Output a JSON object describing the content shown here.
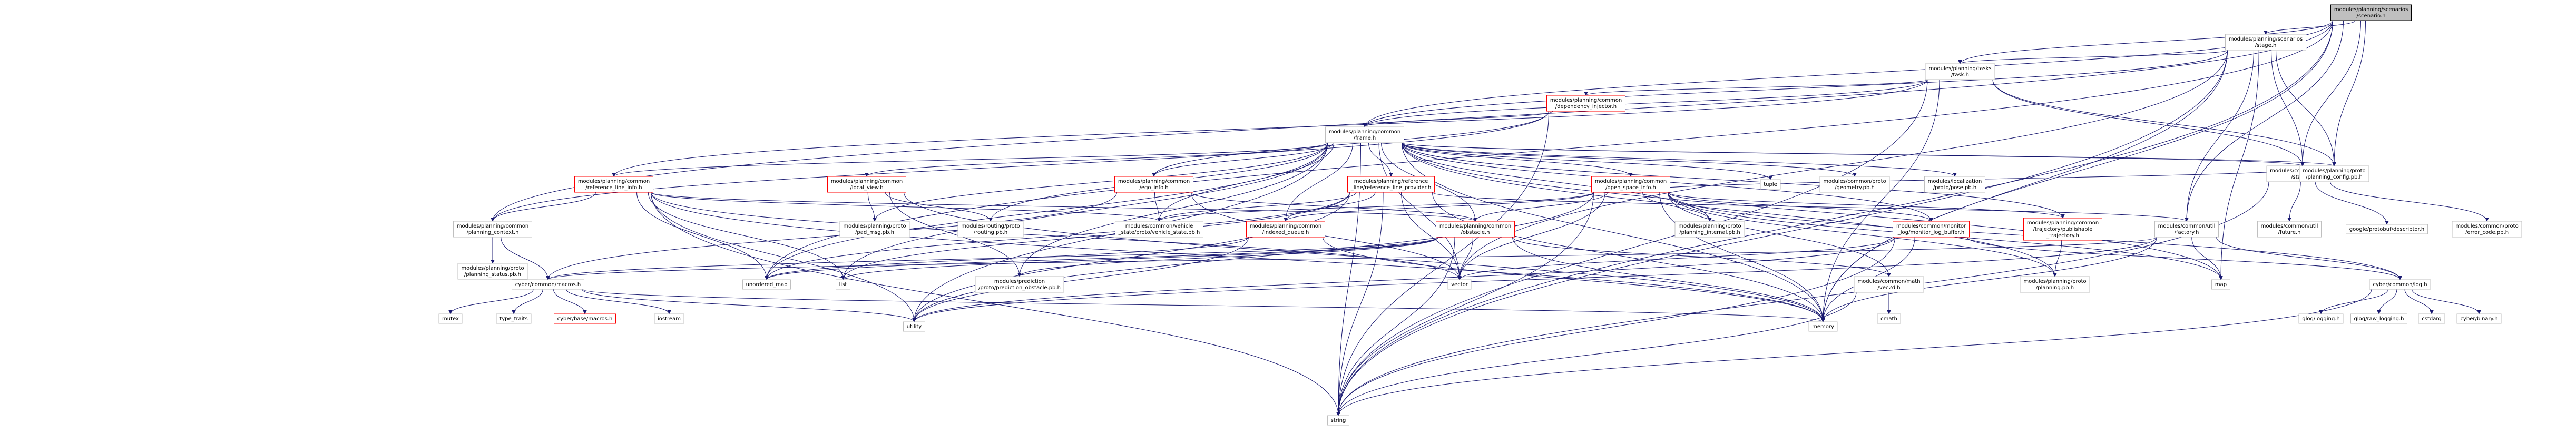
{
  "colors": {
    "edge": "#191970",
    "root_fill": "#bfbfbf",
    "node_stroke_plain": "#bfbfbf",
    "node_stroke_expandable": "#ff0000",
    "node_fill": "#ffffff"
  },
  "nodes": [
    {
      "id": "scenario",
      "lines": [
        "modules/planning/scenarios",
        "/scenario.h"
      ],
      "kind": "root"
    },
    {
      "id": "stage",
      "lines": [
        "modules/planning/scenarios",
        "/stage.h"
      ],
      "kind": "plain"
    },
    {
      "id": "task",
      "lines": [
        "modules/planning/tasks",
        "/task.h"
      ],
      "kind": "plain"
    },
    {
      "id": "dependency_injector",
      "lines": [
        "modules/planning/common",
        "/dependency_injector.h"
      ],
      "kind": "expandable"
    },
    {
      "id": "frame",
      "lines": [
        "modules/planning/common",
        "/frame.h"
      ],
      "kind": "plain"
    },
    {
      "id": "reference_line_info",
      "lines": [
        "modules/planning/common",
        "/reference_line_info.h"
      ],
      "kind": "expandable"
    },
    {
      "id": "local_view",
      "lines": [
        "modules/planning/common",
        "/local_view.h"
      ],
      "kind": "expandable"
    },
    {
      "id": "ego_info",
      "lines": [
        "modules/planning/common",
        "/ego_info.h"
      ],
      "kind": "expandable"
    },
    {
      "id": "reference_line_provider",
      "lines": [
        "modules/planning/reference",
        "_line/reference_line_provider.h"
      ],
      "kind": "expandable"
    },
    {
      "id": "open_space_info",
      "lines": [
        "modules/planning/common",
        "/open_space_info.h"
      ],
      "kind": "expandable"
    },
    {
      "id": "tuple",
      "lines": [
        "tuple"
      ],
      "kind": "plain"
    },
    {
      "id": "geometry_pb",
      "lines": [
        "modules/common/proto",
        "/geometry.pb.h"
      ],
      "kind": "plain"
    },
    {
      "id": "pose_pb",
      "lines": [
        "modules/localization",
        "/proto/pose.pb.h"
      ],
      "kind": "plain"
    },
    {
      "id": "status",
      "lines": [
        "modules/common/status",
        "/status.h"
      ],
      "kind": "plain"
    },
    {
      "id": "future",
      "lines": [
        "modules/common/util",
        "/future.h"
      ],
      "kind": "plain"
    },
    {
      "id": "descriptor",
      "lines": [
        "google/protobuf/descriptor.h"
      ],
      "kind": "plain"
    },
    {
      "id": "error_code_pb",
      "lines": [
        "modules/common/proto",
        "/error_code.pb.h"
      ],
      "kind": "plain"
    },
    {
      "id": "planning_context",
      "lines": [
        "modules/planning/common",
        "/planning_context.h"
      ],
      "kind": "plain"
    },
    {
      "id": "planning_status_pb",
      "lines": [
        "modules/planning/proto",
        "/planning_status.pb.h"
      ],
      "kind": "plain"
    },
    {
      "id": "pad_msg_pb",
      "lines": [
        "modules/planning/proto",
        "/pad_msg.pb.h"
      ],
      "kind": "plain"
    },
    {
      "id": "routing_pb",
      "lines": [
        "modules/routing/proto",
        "/routing.pb.h"
      ],
      "kind": "plain"
    },
    {
      "id": "vehicle_state_pb",
      "lines": [
        "modules/common/vehicle",
        "_state/proto/vehicle_state.pb.h"
      ],
      "kind": "plain"
    },
    {
      "id": "indexed_queue",
      "lines": [
        "modules/planning/common",
        "/indexed_queue.h"
      ],
      "kind": "expandable"
    },
    {
      "id": "obstacle",
      "lines": [
        "modules/planning/common",
        "/obstacle.h"
      ],
      "kind": "expandable"
    },
    {
      "id": "planning_internal_pb",
      "lines": [
        "modules/planning/proto",
        "/planning_internal.pb.h"
      ],
      "kind": "plain"
    },
    {
      "id": "monitor_log_buffer",
      "lines": [
        "modules/common/monitor",
        "_log/monitor_log_buffer.h"
      ],
      "kind": "expandable"
    },
    {
      "id": "publishable_trajectory",
      "lines": [
        "modules/planning/common",
        "/trajectory/publishable",
        "_trajectory.h"
      ],
      "kind": "expandable"
    },
    {
      "id": "factory",
      "lines": [
        "modules/common/util",
        "/factory.h"
      ],
      "kind": "plain"
    },
    {
      "id": "planning_config_pb",
      "lines": [
        "modules/planning/proto",
        "/planning_config.pb.h"
      ],
      "kind": "plain"
    },
    {
      "id": "macros",
      "lines": [
        "cyber/common/macros.h"
      ],
      "kind": "plain"
    },
    {
      "id": "unordered_map",
      "lines": [
        "unordered_map"
      ],
      "kind": "plain"
    },
    {
      "id": "list",
      "lines": [
        "list"
      ],
      "kind": "plain"
    },
    {
      "id": "prediction_obstacle_pb",
      "lines": [
        "modules/prediction",
        "/proto/prediction_obstacle.pb.h"
      ],
      "kind": "plain"
    },
    {
      "id": "vector",
      "lines": [
        "vector"
      ],
      "kind": "plain"
    },
    {
      "id": "vec2d",
      "lines": [
        "modules/common/math",
        "/vec2d.h"
      ],
      "kind": "plain"
    },
    {
      "id": "planning_pb",
      "lines": [
        "modules/planning/proto",
        "/planning.pb.h"
      ],
      "kind": "plain"
    },
    {
      "id": "map",
      "lines": [
        "map"
      ],
      "kind": "plain"
    },
    {
      "id": "log",
      "lines": [
        "cyber/common/log.h"
      ],
      "kind": "plain"
    },
    {
      "id": "mutex",
      "lines": [
        "mutex"
      ],
      "kind": "plain"
    },
    {
      "id": "type_traits",
      "lines": [
        "type_traits"
      ],
      "kind": "plain"
    },
    {
      "id": "base_macros",
      "lines": [
        "cyber/base/macros.h"
      ],
      "kind": "expandable"
    },
    {
      "id": "iostream",
      "lines": [
        "iostream"
      ],
      "kind": "plain"
    },
    {
      "id": "utility",
      "lines": [
        "utility"
      ],
      "kind": "plain"
    },
    {
      "id": "memory",
      "lines": [
        "memory"
      ],
      "kind": "plain"
    },
    {
      "id": "cmath",
      "lines": [
        "cmath"
      ],
      "kind": "plain"
    },
    {
      "id": "glog",
      "lines": [
        "glog/logging.h"
      ],
      "kind": "plain"
    },
    {
      "id": "glograw",
      "lines": [
        "glog/raw_logging.h"
      ],
      "kind": "plain"
    },
    {
      "id": "cstdarg",
      "lines": [
        "cstdarg"
      ],
      "kind": "plain"
    },
    {
      "id": "binary",
      "lines": [
        "cyber/binary.h"
      ],
      "kind": "plain"
    },
    {
      "id": "string",
      "lines": [
        "string"
      ],
      "kind": "plain"
    }
  ],
  "edges": [
    [
      "scenario",
      "stage"
    ],
    [
      "scenario",
      "task"
    ],
    [
      "scenario",
      "frame"
    ],
    [
      "scenario",
      "status"
    ],
    [
      "scenario",
      "factory"
    ],
    [
      "scenario",
      "planning_config_pb"
    ],
    [
      "scenario",
      "planning_context"
    ],
    [
      "scenario",
      "unordered_map"
    ],
    [
      "scenario",
      "memory"
    ],
    [
      "scenario",
      "string"
    ],
    [
      "stage",
      "task"
    ],
    [
      "stage",
      "frame"
    ],
    [
      "stage",
      "status"
    ],
    [
      "stage",
      "factory"
    ],
    [
      "stage",
      "planning_config_pb"
    ],
    [
      "stage",
      "vector"
    ],
    [
      "stage",
      "map"
    ],
    [
      "stage",
      "memory"
    ],
    [
      "stage",
      "string"
    ],
    [
      "task",
      "dependency_injector"
    ],
    [
      "task",
      "frame"
    ],
    [
      "task",
      "reference_line_info"
    ],
    [
      "task",
      "status"
    ],
    [
      "task",
      "planning_config_pb"
    ],
    [
      "task",
      "memory"
    ],
    [
      "task",
      "string"
    ],
    [
      "dependency_injector",
      "frame"
    ],
    [
      "dependency_injector",
      "ego_info"
    ],
    [
      "dependency_injector",
      "planning_context"
    ],
    [
      "dependency_injector",
      "string"
    ],
    [
      "frame",
      "reference_line_info"
    ],
    [
      "frame",
      "local_view"
    ],
    [
      "frame",
      "ego_info"
    ],
    [
      "frame",
      "reference_line_provider"
    ],
    [
      "frame",
      "open_space_info"
    ],
    [
      "frame",
      "tuple"
    ],
    [
      "frame",
      "geometry_pb"
    ],
    [
      "frame",
      "pose_pb"
    ],
    [
      "frame",
      "status"
    ],
    [
      "frame",
      "pad_msg_pb"
    ],
    [
      "frame",
      "routing_pb"
    ],
    [
      "frame",
      "vehicle_state_pb"
    ],
    [
      "frame",
      "indexed_queue"
    ],
    [
      "frame",
      "obstacle"
    ],
    [
      "frame",
      "planning_internal_pb"
    ],
    [
      "frame",
      "monitor_log_buffer"
    ],
    [
      "frame",
      "publishable_trajectory"
    ],
    [
      "frame",
      "planning_config_pb"
    ],
    [
      "frame",
      "planning_pb"
    ],
    [
      "frame",
      "prediction_obstacle_pb"
    ],
    [
      "frame",
      "unordered_map"
    ],
    [
      "frame",
      "list"
    ],
    [
      "frame",
      "vector"
    ],
    [
      "frame",
      "map"
    ],
    [
      "frame",
      "utility"
    ],
    [
      "frame",
      "memory"
    ],
    [
      "frame",
      "string"
    ],
    [
      "reference_line_info",
      "planning_context"
    ],
    [
      "reference_line_info",
      "vehicle_state_pb"
    ],
    [
      "reference_line_info",
      "obstacle"
    ],
    [
      "reference_line_info",
      "unordered_map"
    ],
    [
      "reference_line_info",
      "list"
    ],
    [
      "reference_line_info",
      "vector"
    ],
    [
      "reference_line_info",
      "utility"
    ],
    [
      "reference_line_info",
      "memory"
    ],
    [
      "reference_line_info",
      "string"
    ],
    [
      "local_view",
      "pad_msg_pb"
    ],
    [
      "local_view",
      "routing_pb"
    ],
    [
      "local_view",
      "prediction_obstacle_pb"
    ],
    [
      "local_view",
      "memory"
    ],
    [
      "ego_info",
      "vehicle_state_pb"
    ],
    [
      "ego_info",
      "obstacle"
    ],
    [
      "ego_info",
      "macros"
    ],
    [
      "ego_info",
      "vector"
    ],
    [
      "reference_line_provider",
      "vehicle_state_pb"
    ],
    [
      "reference_line_provider",
      "indexed_queue"
    ],
    [
      "reference_line_provider",
      "factory"
    ],
    [
      "reference_line_provider",
      "list"
    ],
    [
      "reference_line_provider",
      "vector"
    ],
    [
      "reference_line_provider",
      "unordered_map"
    ],
    [
      "reference_line_provider",
      "memory"
    ],
    [
      "reference_line_provider",
      "string"
    ],
    [
      "reference_line_provider",
      "utility"
    ],
    [
      "open_space_info",
      "vehicle_state_pb"
    ],
    [
      "open_space_info",
      "indexed_queue"
    ],
    [
      "open_space_info",
      "obstacle"
    ],
    [
      "open_space_info",
      "planning_internal_pb"
    ],
    [
      "open_space_info",
      "monitor_log_buffer"
    ],
    [
      "open_space_info",
      "publishable_trajectory"
    ],
    [
      "open_space_info",
      "planning_config_pb"
    ],
    [
      "open_space_info",
      "planning_pb"
    ],
    [
      "open_space_info",
      "vec2d"
    ],
    [
      "open_space_info",
      "log"
    ],
    [
      "open_space_info",
      "vector"
    ],
    [
      "open_space_info",
      "map"
    ],
    [
      "open_space_info",
      "memory"
    ],
    [
      "open_space_info",
      "string"
    ],
    [
      "open_space_info",
      "utility"
    ],
    [
      "status",
      "future"
    ],
    [
      "status",
      "descriptor"
    ],
    [
      "status",
      "error_code_pb"
    ],
    [
      "status",
      "string"
    ],
    [
      "planning_context",
      "planning_status_pb"
    ],
    [
      "planning_context",
      "macros"
    ],
    [
      "indexed_queue",
      "unordered_map"
    ],
    [
      "indexed_queue",
      "memory"
    ],
    [
      "indexed_queue",
      "utility"
    ],
    [
      "obstacle",
      "prediction_obstacle_pb"
    ],
    [
      "obstacle",
      "vec2d"
    ],
    [
      "obstacle",
      "list"
    ],
    [
      "obstacle",
      "vector"
    ],
    [
      "obstacle",
      "unordered_map"
    ],
    [
      "obstacle",
      "memory"
    ],
    [
      "obstacle",
      "string"
    ],
    [
      "obstacle",
      "macros"
    ],
    [
      "monitor_log_buffer",
      "vector"
    ],
    [
      "monitor_log_buffer",
      "memory"
    ],
    [
      "monitor_log_buffer",
      "utility"
    ],
    [
      "monitor_log_buffer",
      "string"
    ],
    [
      "monitor_log_buffer",
      "log"
    ],
    [
      "publishable_trajectory",
      "planning_pb"
    ],
    [
      "factory",
      "log"
    ],
    [
      "factory",
      "macros"
    ],
    [
      "factory",
      "map"
    ],
    [
      "factory",
      "memory"
    ],
    [
      "factory",
      "utility"
    ],
    [
      "macros",
      "mutex"
    ],
    [
      "macros",
      "type_traits"
    ],
    [
      "macros",
      "base_macros"
    ],
    [
      "macros",
      "iostream"
    ],
    [
      "macros",
      "utility"
    ],
    [
      "macros",
      "memory"
    ],
    [
      "vec2d",
      "cmath"
    ],
    [
      "vec2d",
      "string"
    ],
    [
      "log",
      "glog"
    ],
    [
      "log",
      "glograw"
    ],
    [
      "log",
      "cstdarg"
    ],
    [
      "log",
      "binary"
    ],
    [
      "log",
      "string"
    ]
  ]
}
